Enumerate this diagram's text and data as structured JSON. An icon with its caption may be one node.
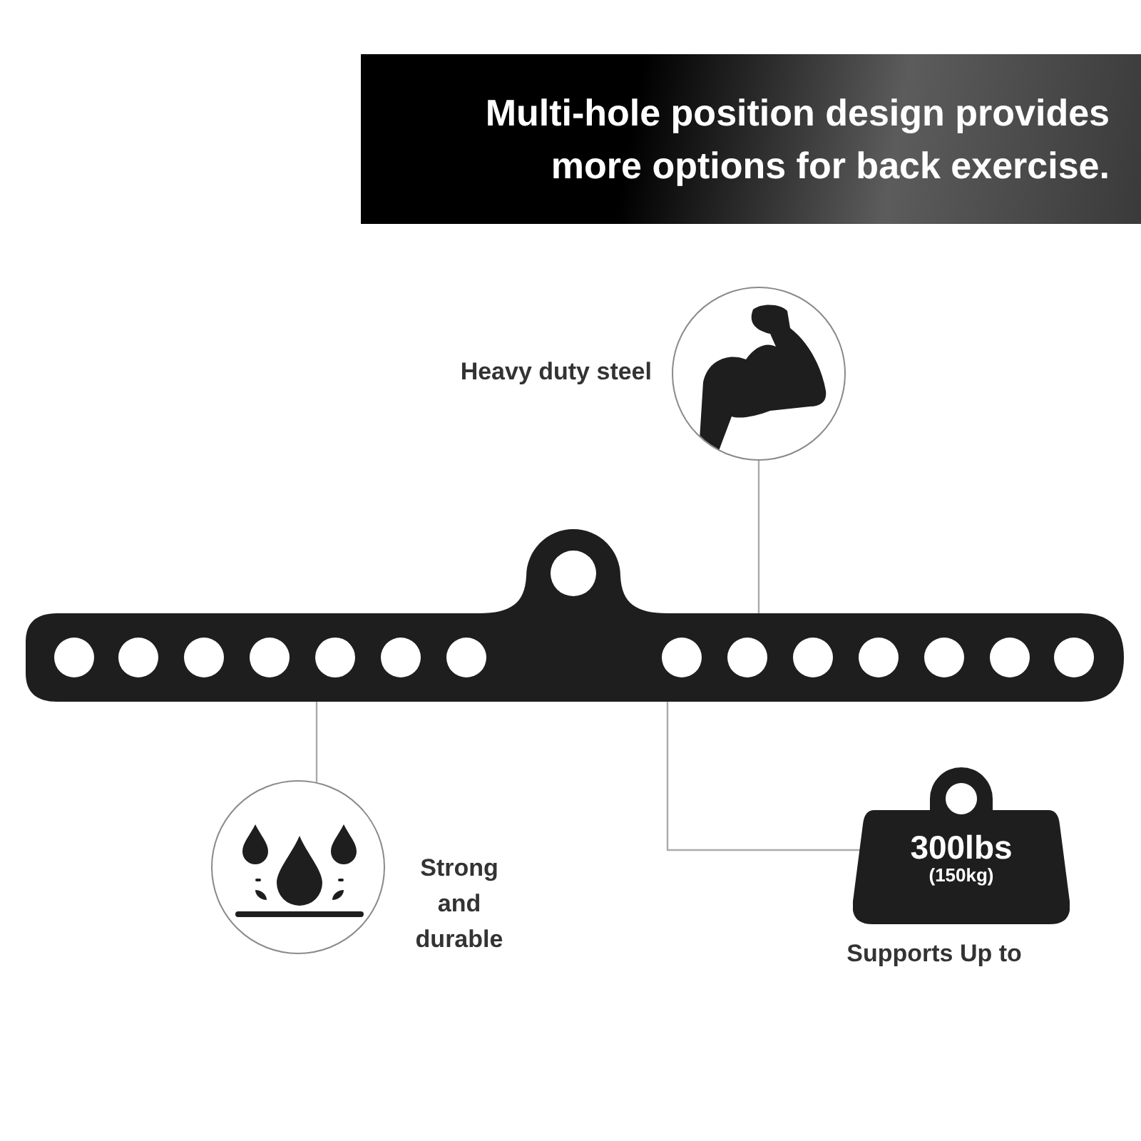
{
  "diagram": {
    "title": "Multi-hole position design provides more options for back exercise.",
    "nodes": [
      {
        "text": [],
        "shape": "bar"
      },
      {
        "text": [],
        "shape": "circle",
        "beside": [
          "Heavy duty steel"
        ]
      },
      {
        "text": [],
        "shape": "circle",
        "beside": [
          "Strong and durable"
        ]
      },
      {
        "text": [
          "300lbs",
          "(150kg)"
        ],
        "beside": [
          "Supports Up to"
        ]
      }
    ],
    "edges": [
      {
        "from": 1,
        "to": 0,
        "arrow": "none"
      },
      {
        "from": 2,
        "to": 0,
        "arrow": "none"
      },
      {
        "from": 3,
        "to": 0,
        "arrow": "none"
      }
    ]
  }
}
